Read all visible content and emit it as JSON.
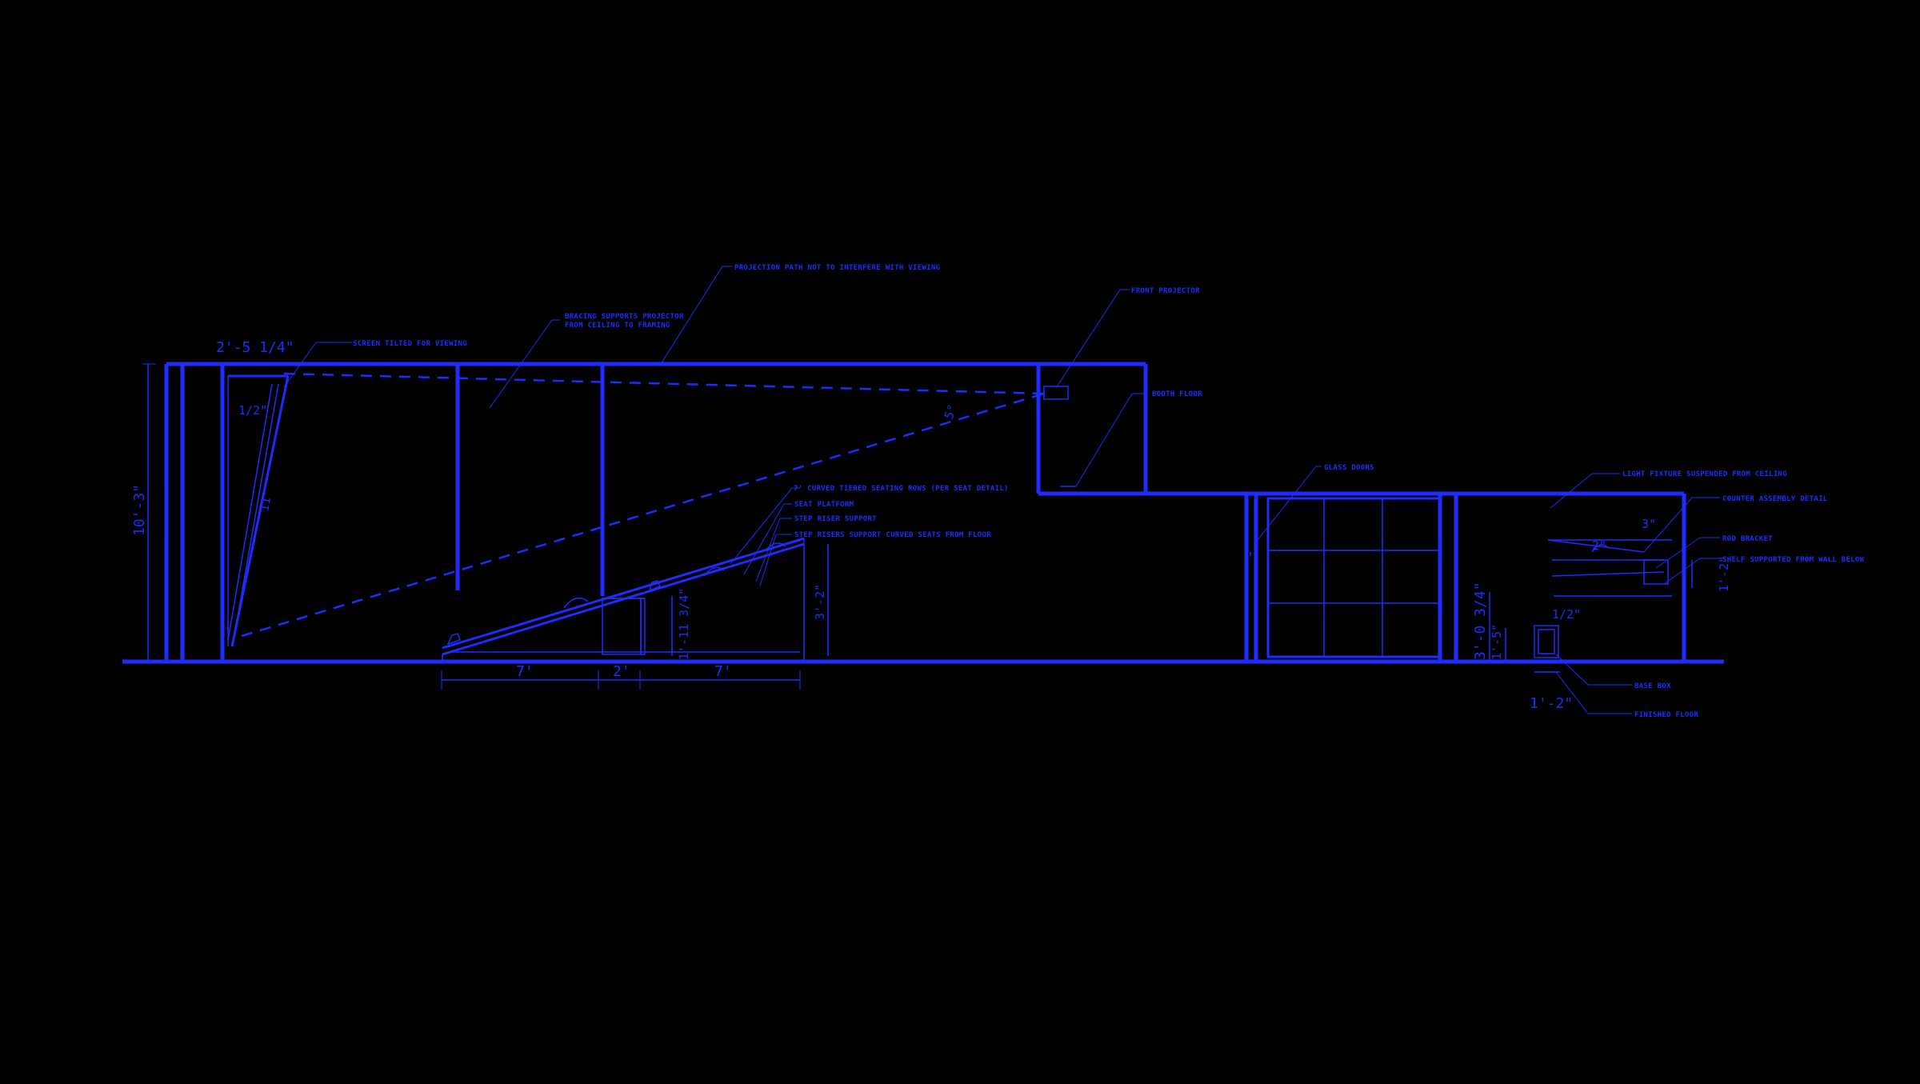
{
  "colors": {
    "background": "#000000",
    "line": "#1f2cff"
  },
  "labels": {
    "screen_tilt": "SCREEN TILTED FOR VIEWING",
    "wall_bracing": "BRACING SUPPORTS PROJECTOR\nFROM CEILING TO FRAMING",
    "projection_path": "PROJECTION PATH NOT TO INTERFERE WITH VIEWING",
    "projector": "FRONT PROJECTOR",
    "booth_floor": "BOOTH FLOOR",
    "doors": "GLASS DOORS",
    "seat_row": "7' CURVED TIERED SEATING ROWS (PER SEAT DETAIL)",
    "seat_platform": "SEAT PLATFORM",
    "riser_support": "STEP RISER SUPPORT",
    "riser_note": "STEP RISERS SUPPORT CURVED SEATS FROM FLOOR",
    "light_fixture": "LIGHT FIXTURE SUSPENDED FROM CEILING",
    "counter_detail": "COUNTER ASSEMBLY DETAIL",
    "rod_bracket": "ROD BRACKET",
    "counter_shelf": "SHELF SUPPORTED FROM WALL BELOW",
    "base_box": "BASE BOX",
    "finish_floor": "FINISHED FLOOR"
  },
  "dimensions": {
    "screen_width": "2'-5 1/4\"",
    "wall_height": "10'-3\"",
    "screen_offset": "1/2\"",
    "screen_height": "11'",
    "proj_angle": "5°",
    "seg1": "7'",
    "seg2": "2'",
    "seg3": "7'",
    "riser_h1": "1'-11 3/4\"",
    "riser_h2": "3'-2\"",
    "counter_h": "3'-0 3/4\"",
    "box_h": "1'-5\"",
    "box_w": "1'-2\"",
    "shelf_gap": "1'-2\"",
    "shelf_angle": "2\"",
    "shelf_w": "3\"",
    "small": "1/2\""
  }
}
